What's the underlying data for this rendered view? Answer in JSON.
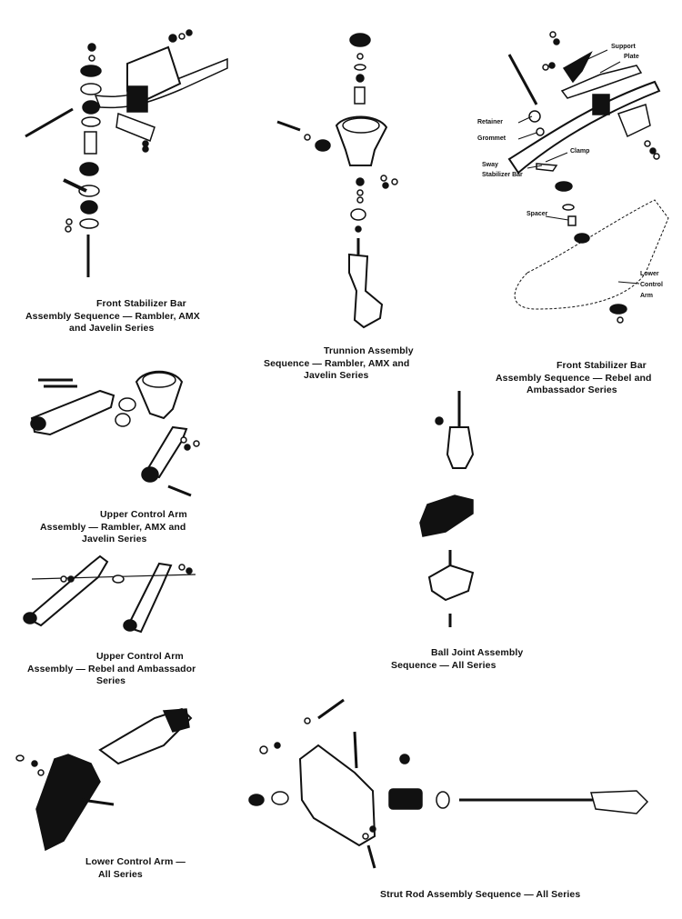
{
  "captions": {
    "front_stabilizer_rambler": [
      "Front Stabilizer Bar",
      "Assembly Sequence — Rambler, AMX",
      "and Javelin Series"
    ],
    "trunnion": [
      "Trunnion Assembly",
      "Sequence — Rambler, AMX and",
      "Javelin Series"
    ],
    "front_stabilizer_rebel": [
      "Front Stabilizer Bar",
      "Assembly Sequence — Rebel and",
      "Ambassador Series"
    ],
    "upper_arm_rambler": [
      "Upper Control Arm",
      "Assembly — Rambler, AMX and",
      "Javelin Series"
    ],
    "upper_arm_rebel": [
      "Upper Control Arm",
      "Assembly — Rebel and Ambassador",
      "Series"
    ],
    "ball_joint": [
      "Ball Joint Assembly",
      "Sequence — All Series"
    ],
    "lower_arm": [
      "Lower Control Arm —",
      "All Series"
    ],
    "strut_rod": [
      "Strut Rod Assembly Sequence — All Series"
    ]
  },
  "callouts": {
    "support_plate": [
      "Support",
      "Plate"
    ],
    "retainer": "Retainer",
    "grommet": "Grommet",
    "clamp": "Clamp",
    "sway_stabilizer_bar": [
      "Sway",
      "Stabilizer Bar"
    ],
    "spacer": "Spacer",
    "lower_control_arm": [
      "Lower",
      "Control",
      "Arm"
    ]
  }
}
